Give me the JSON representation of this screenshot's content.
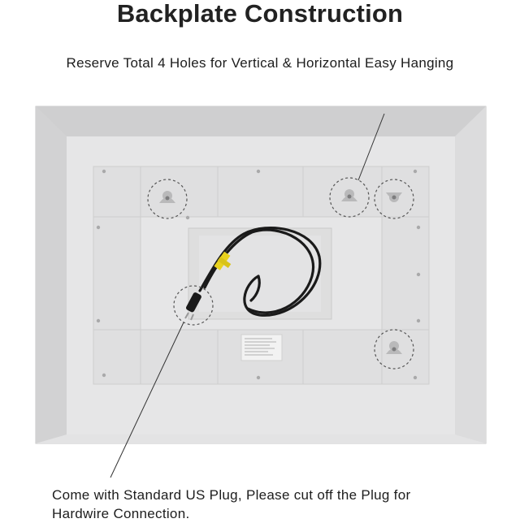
{
  "header": {
    "title": "Backplate Construction",
    "subtitle": "Reserve Total 4 Holes for Vertical & Horizontal Easy Hanging"
  },
  "footer": {
    "note_line1": "Come with Standard US Plug, Please cut off the Plug for",
    "note_line2": "Hardwire Connection."
  },
  "colors": {
    "plate": "#d9d9da",
    "panel": "#e7e7e8",
    "cord": "#1a1a1a",
    "tag": "#e8d21e"
  },
  "icons": [
    "keyhole-icon",
    "us-plug-icon"
  ]
}
